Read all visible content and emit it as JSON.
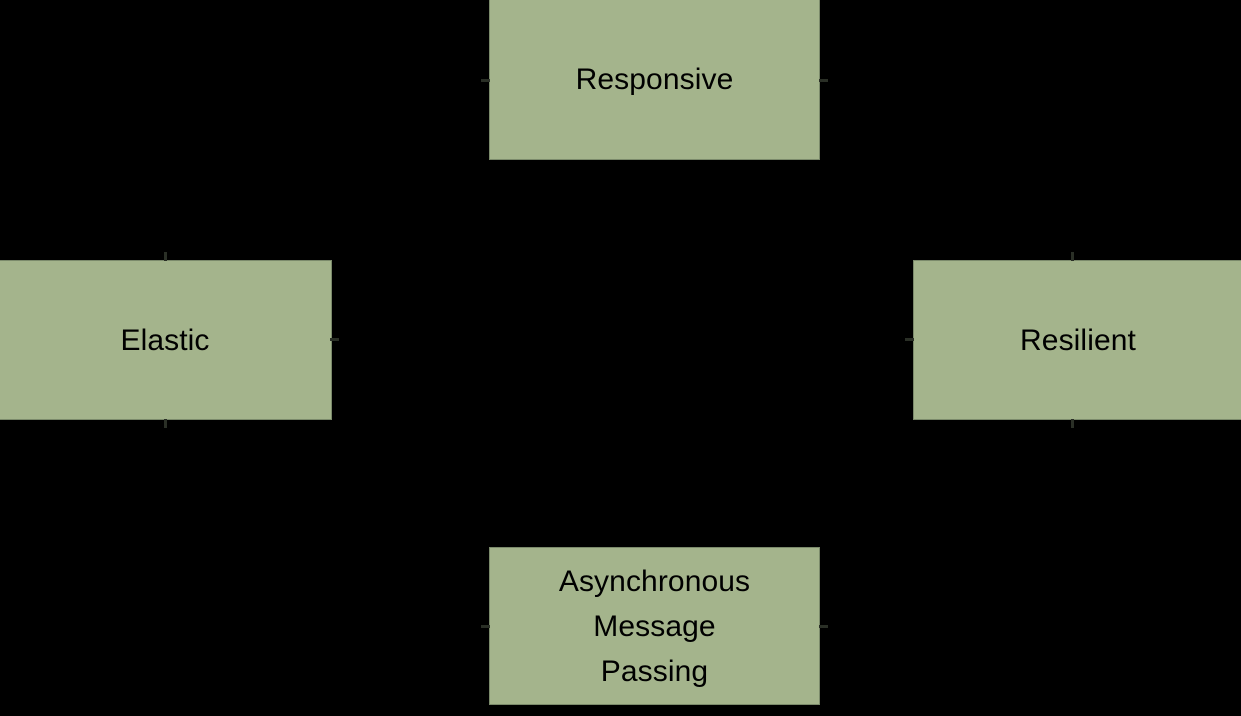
{
  "diagram": {
    "background_color": "#000000",
    "node_fill_color": "#a4b48c",
    "node_border_color": "#7b8a6b",
    "node_text_color": "#000000",
    "connector_color": "#2a2f26",
    "nodes": [
      {
        "id": "responsive",
        "label": "Responsive",
        "position": "top-center"
      },
      {
        "id": "elastic",
        "label": "Elastic",
        "position": "middle-left"
      },
      {
        "id": "resilient",
        "label": "Resilient",
        "position": "middle-right"
      },
      {
        "id": "async",
        "label": "Asynchronous\nMessage\nPassing",
        "position": "bottom-center"
      }
    ],
    "connectors": [
      {
        "id": "responsive-left",
        "from": "responsive",
        "side": "left"
      },
      {
        "id": "responsive-right",
        "from": "responsive",
        "side": "right"
      },
      {
        "id": "elastic-right",
        "from": "elastic",
        "side": "right"
      },
      {
        "id": "elastic-top",
        "from": "elastic",
        "side": "top"
      },
      {
        "id": "elastic-bottom",
        "from": "elastic",
        "side": "bottom"
      },
      {
        "id": "resilient-left",
        "from": "resilient",
        "side": "left"
      },
      {
        "id": "resilient-top",
        "from": "resilient",
        "side": "top"
      },
      {
        "id": "resilient-bottom",
        "from": "resilient",
        "side": "bottom"
      },
      {
        "id": "async-left",
        "from": "async",
        "side": "left"
      },
      {
        "id": "async-right",
        "from": "async",
        "side": "right"
      }
    ]
  }
}
